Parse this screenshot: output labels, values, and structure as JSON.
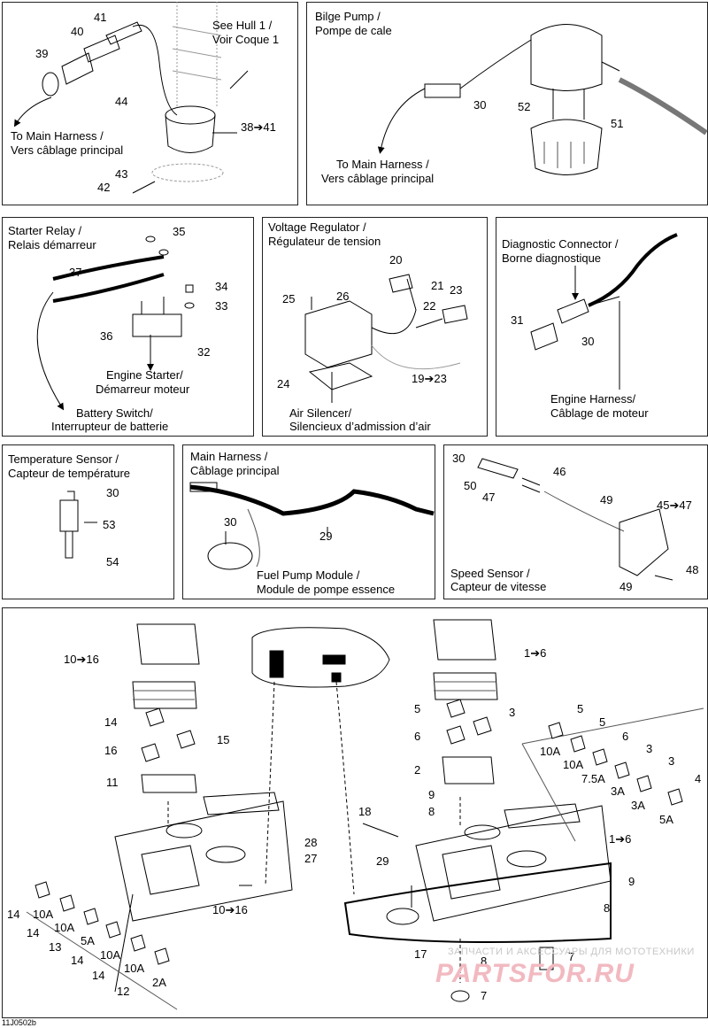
{
  "panels": {
    "hull": {
      "see": "See Hull 1 /",
      "voir": "Voir Coque 1",
      "to_main_en": "To Main Harness /",
      "to_main_fr": "Vers câblage principal",
      "parts": [
        "41",
        "40",
        "39",
        "44",
        "38➔41",
        "43",
        "42"
      ]
    },
    "bilge": {
      "title_en": "Bilge Pump /",
      "title_fr": "Pompe de cale",
      "to_main_en": "To Main Harness /",
      "to_main_fr": "Vers câblage principal",
      "parts": [
        "30",
        "52",
        "51"
      ]
    },
    "starter": {
      "title_en": "Starter Relay /",
      "title_fr": "Relais démarreur",
      "engine_en": "Engine Starter/",
      "engine_fr": "Démarreur moteur",
      "battery_en": "Battery Switch/",
      "battery_fr": "Interrupteur de batterie",
      "parts": [
        "35",
        "37",
        "34",
        "33",
        "36",
        "32"
      ]
    },
    "regulator": {
      "title_en": "Voltage Regulator /",
      "title_fr": "Régulateur de tension",
      "air_en": "Air Silencer/",
      "air_fr": "Silencieux d’admission d’air",
      "parts": [
        "20",
        "21",
        "23",
        "25",
        "26",
        "22",
        "24",
        "19➔23"
      ]
    },
    "diag": {
      "title_en": "Diagnostic Connector /",
      "title_fr": "Borne diagnostique",
      "engine_en": "Engine Harness/",
      "engine_fr": "Câblage de moteur",
      "parts": [
        "31",
        "30"
      ]
    },
    "temp": {
      "title_en": "Temperature Sensor /",
      "title_fr": "Capteur de température",
      "parts": [
        "30",
        "53",
        "54"
      ]
    },
    "mainharness": {
      "title_en": "Main Harness /",
      "title_fr": "Câblage principal",
      "fuel_en": "Fuel Pump Module /",
      "fuel_fr": "Module de pompe essence",
      "parts": [
        "30",
        "29"
      ]
    },
    "speed": {
      "title_en": "Speed Sensor /",
      "title_fr": "Capteur de vitesse",
      "parts": [
        "30",
        "46",
        "50",
        "47",
        "49",
        "45➔47",
        "48",
        "49"
      ]
    },
    "fusebox": {
      "left": [
        "10➔16",
        "14",
        "15",
        "16",
        "11",
        "28",
        "27",
        "10➔16"
      ],
      "left_fuses": [
        {
          "num": "14",
          "amp": "10A"
        },
        {
          "num": "14",
          "amp": "10A"
        },
        {
          "num": "13",
          "amp": "5A"
        },
        {
          "num": "14",
          "amp": "10A"
        },
        {
          "num": "14",
          "amp": "10A"
        },
        {
          "num": "12",
          "amp": "2A"
        }
      ],
      "right": [
        "1➔6",
        "5",
        "3",
        "6",
        "2",
        "9",
        "8",
        "18",
        "29",
        "1➔6",
        "9",
        "8",
        "17",
        "8",
        "7",
        "7"
      ],
      "right_fuses": [
        {
          "num": "5",
          "amp": "10A"
        },
        {
          "num": "5",
          "amp": "10A"
        },
        {
          "num": "6",
          "amp": "7.5A"
        },
        {
          "num": "3",
          "amp": "3A"
        },
        {
          "num": "3",
          "amp": "3A"
        },
        {
          "num": "4",
          "amp": "5A"
        }
      ]
    }
  },
  "figure_id": "11J0502b",
  "watermark": {
    "line1": "ЗАПЧАСТИ И АКСЕССУАРЫ ДЛЯ МОТОТЕХНИКИ",
    "line2": "PARTSFOR.RU"
  }
}
